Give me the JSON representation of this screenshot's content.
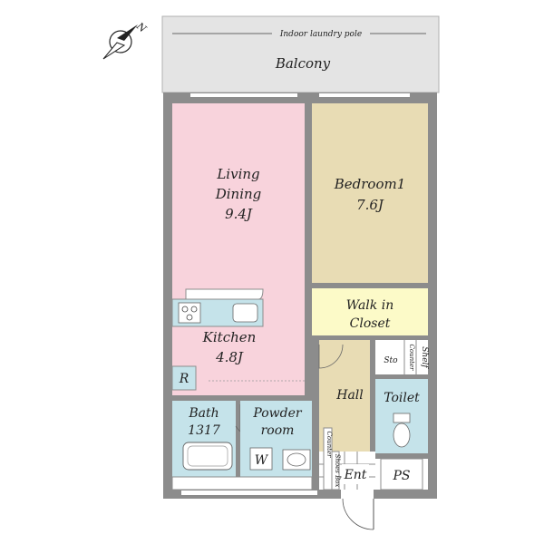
{
  "compass": {
    "north_label": "N"
  },
  "rooms": {
    "indoor_laundry_pole": "Indoor laundry pole",
    "balcony": "Balcony",
    "living": {
      "line1": "Living",
      "line2": "Dining",
      "size": "9.4J"
    },
    "bedroom": {
      "name": "Bedroom1",
      "size": "7.6J"
    },
    "walkin": {
      "line1": "Walk in",
      "line2": "Closet"
    },
    "kitchen": {
      "name": "Kitchen",
      "size": "4.8J"
    },
    "refrigerator": "R",
    "sto": "Sto",
    "counter": "Counter",
    "shelf": "Shelf",
    "hall": "Hall",
    "toilet": "Toilet",
    "bath": {
      "name": "Bath",
      "size": "1317"
    },
    "powder": {
      "line1": "Powder",
      "line2": "room"
    },
    "washer": "W",
    "counter_small": "Counter",
    "shoes_box": "Shoes Box",
    "entrance": "Ent",
    "ps": "PS"
  },
  "colors": {
    "living": "#f8d3dc",
    "bedroom": "#e8dcb4",
    "walkin": "#fcfac8",
    "kitchen_fixtures": "#c5e3ea",
    "hall": "#e8dcb4",
    "wet_rooms": "#c5e3ea",
    "balcony": "#e4e4e4",
    "wall": "#8c8c8c"
  }
}
